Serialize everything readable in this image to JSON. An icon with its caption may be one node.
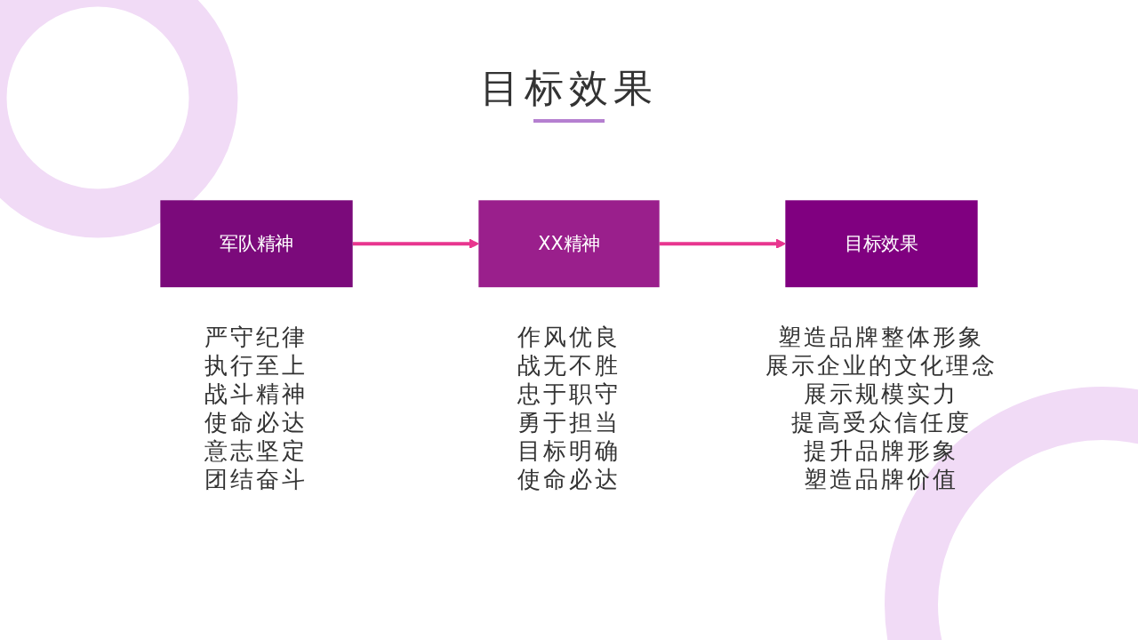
{
  "diagram": {
    "title": "目标效果",
    "nodes": [
      {
        "text": [
          "军队精神"
        ],
        "beside": [
          "严守纪律",
          "执行至上",
          "战斗精神",
          "使命必达",
          "意志坚定",
          "团结奋斗"
        ]
      },
      {
        "text": [
          "XX精神"
        ],
        "beside": [
          "作风优良",
          "战无不胜",
          "忠于职守",
          "勇于担当",
          "目标明确",
          "使命必达"
        ]
      },
      {
        "text": [
          "目标效果"
        ],
        "beside": [
          "塑造品牌整体形象",
          "展示企业的文化理念",
          "展示规模实力",
          "提高受众信任度",
          "提升品牌形象",
          "塑造品牌价值"
        ]
      }
    ],
    "edges": [
      {
        "from": 0,
        "to": 1,
        "arrow": "to"
      },
      {
        "from": 1,
        "to": 2,
        "arrow": "to"
      }
    ]
  }
}
